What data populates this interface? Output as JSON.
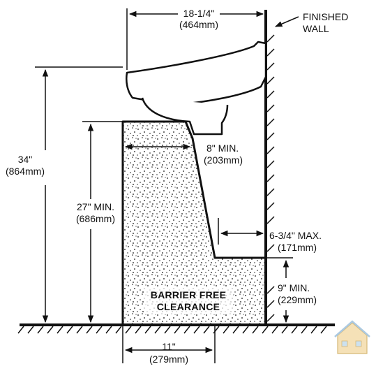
{
  "labels": {
    "sink_width": {
      "imperial": "18-1/4\"",
      "metric": "(464mm)"
    },
    "finished_wall": {
      "line1": "FINISHED",
      "line2": "WALL"
    },
    "rim_height": {
      "imperial": "34\"",
      "metric": "(864mm)"
    },
    "knee_clearance": {
      "imperial": "27\" MIN.",
      "metric": "(686mm)"
    },
    "knee_depth": {
      "imperial": "8\" MIN.",
      "metric": "(203mm)"
    },
    "toe_recess": {
      "imperial": "6-3/4\" MAX.",
      "metric": "(171mm)"
    },
    "toe_height": {
      "imperial": "9\" MIN.",
      "metric": "(229mm)"
    },
    "floor_depth": {
      "imperial": "11\"",
      "metric": "(279mm)"
    },
    "clearance_area": {
      "line1": "BARRIER FREE",
      "line2": "CLEARANCE"
    }
  },
  "colors": {
    "ink": "#111111",
    "paper": "#ffffff",
    "watermark": "#f2d8a0"
  }
}
